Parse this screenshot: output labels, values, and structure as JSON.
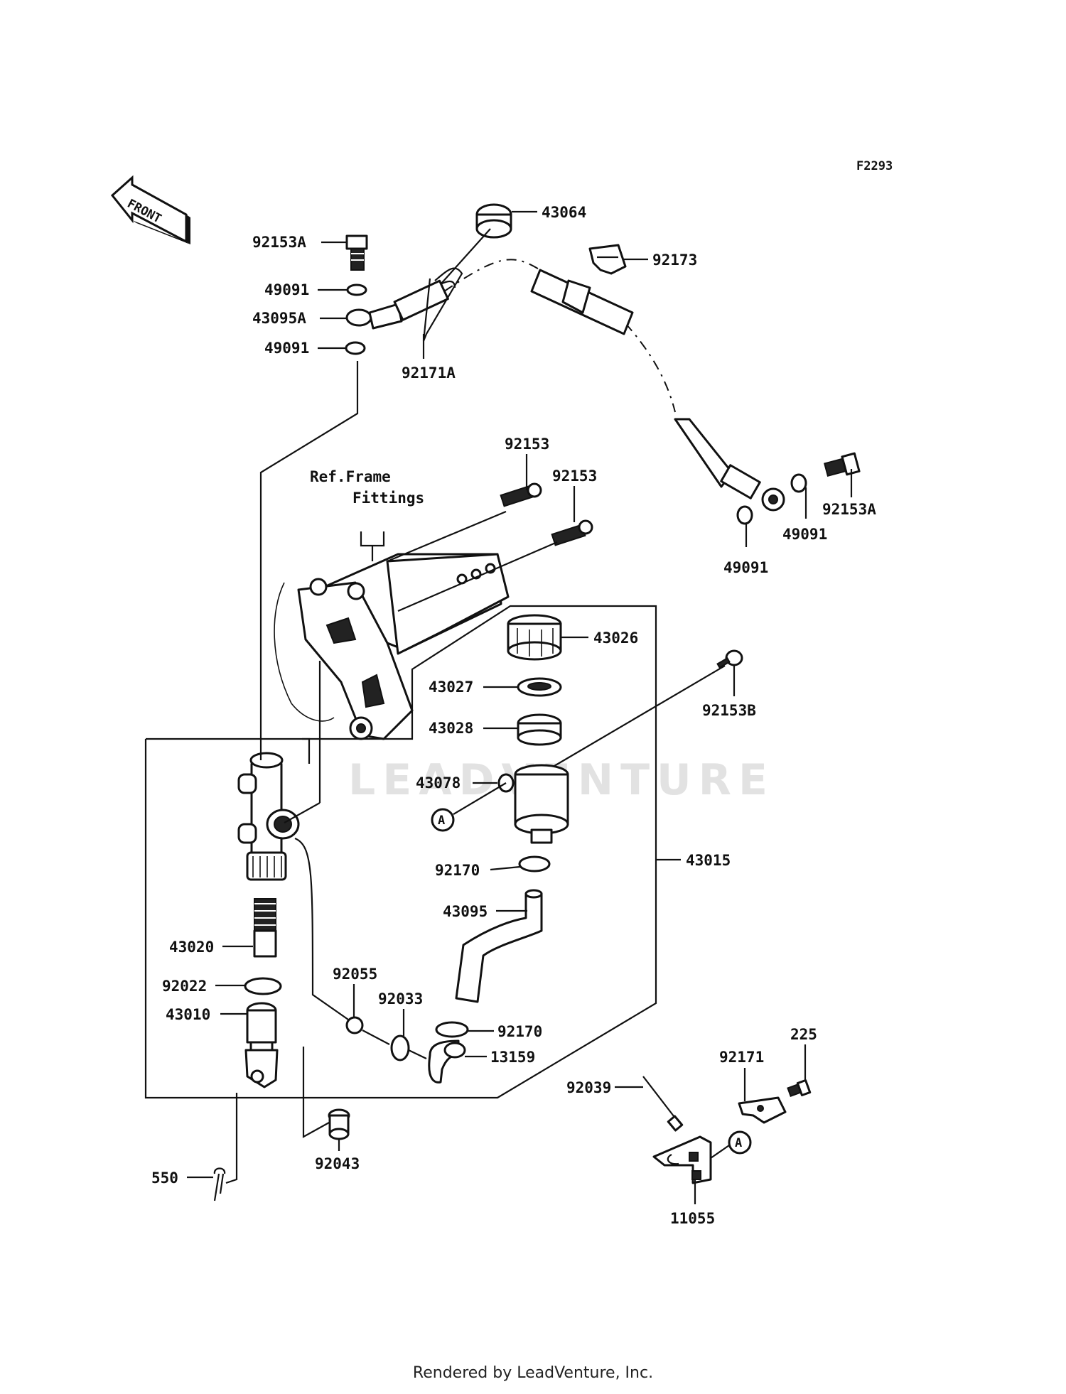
{
  "diagram_code": "F2293",
  "front_arrow_label": "FRONT",
  "watermark": "LEADVENTURE",
  "ref_label_line1": "Ref.Frame",
  "ref_label_line2": "Fittings",
  "footer": "Rendered by LeadVenture, Inc.",
  "parts": [
    "92153A",
    "49091",
    "43095A",
    "49091",
    "92171A",
    "43064",
    "92173",
    "92153",
    "92153",
    "92153A",
    "49091",
    "49091",
    "43026",
    "43027",
    "43028",
    "43078",
    "92153B",
    "43015",
    "92170",
    "43095",
    "92055",
    "92033",
    "92170",
    "13159",
    "43020",
    "92022",
    "43010",
    "550",
    "92043",
    "92039",
    "92171",
    "225",
    "11055"
  ],
  "reference_marks": [
    "A",
    "A"
  ]
}
